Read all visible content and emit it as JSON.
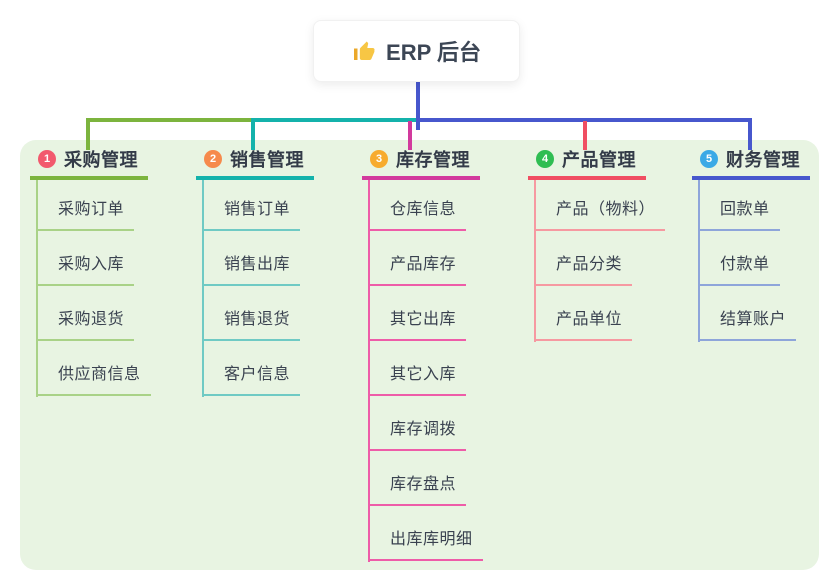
{
  "root": {
    "label": "ERP 后台",
    "icon": "thumbs-up-icon",
    "icon_color": "#f7c644",
    "card_background": "#ffffff",
    "connector_color": "#4757cd"
  },
  "canvas": {
    "panel_background": "#e8f4e2",
    "page_background": "#ffffff"
  },
  "branches": [
    {
      "badge": "1",
      "badge_color": "#f2596d",
      "label": "采购管理",
      "line_color": "#7cb43e",
      "child_line_color": "#a9d287",
      "children": [
        "采购订单",
        "采购入库",
        "采购退货",
        "供应商信息"
      ]
    },
    {
      "badge": "2",
      "badge_color": "#f68a4c",
      "label": "销售管理",
      "line_color": "#14b2ab",
      "child_line_color": "#6fcac4",
      "children": [
        "销售订单",
        "销售出库",
        "销售退货",
        "客户信息"
      ]
    },
    {
      "badge": "3",
      "badge_color": "#f7ab2e",
      "label": "库存管理",
      "line_color": "#d23a9d",
      "child_line_color": "#ee5ca8",
      "children": [
        "仓库信息",
        "产品库存",
        "其它出库",
        "其它入库",
        "库存调拨",
        "库存盘点",
        "出库库明细"
      ]
    },
    {
      "badge": "4",
      "badge_color": "#2fbd52",
      "label": "产品管理",
      "line_color": "#f04e62",
      "child_line_color": "#f699a1",
      "children": [
        "产品（物料）",
        "产品分类",
        "产品单位"
      ]
    },
    {
      "badge": "5",
      "badge_color": "#3ba9e6",
      "label": "财务管理",
      "line_color": "#4757cd",
      "child_line_color": "#8ea5da",
      "children": [
        "回款单",
        "付款单",
        "结算账户"
      ]
    }
  ]
}
